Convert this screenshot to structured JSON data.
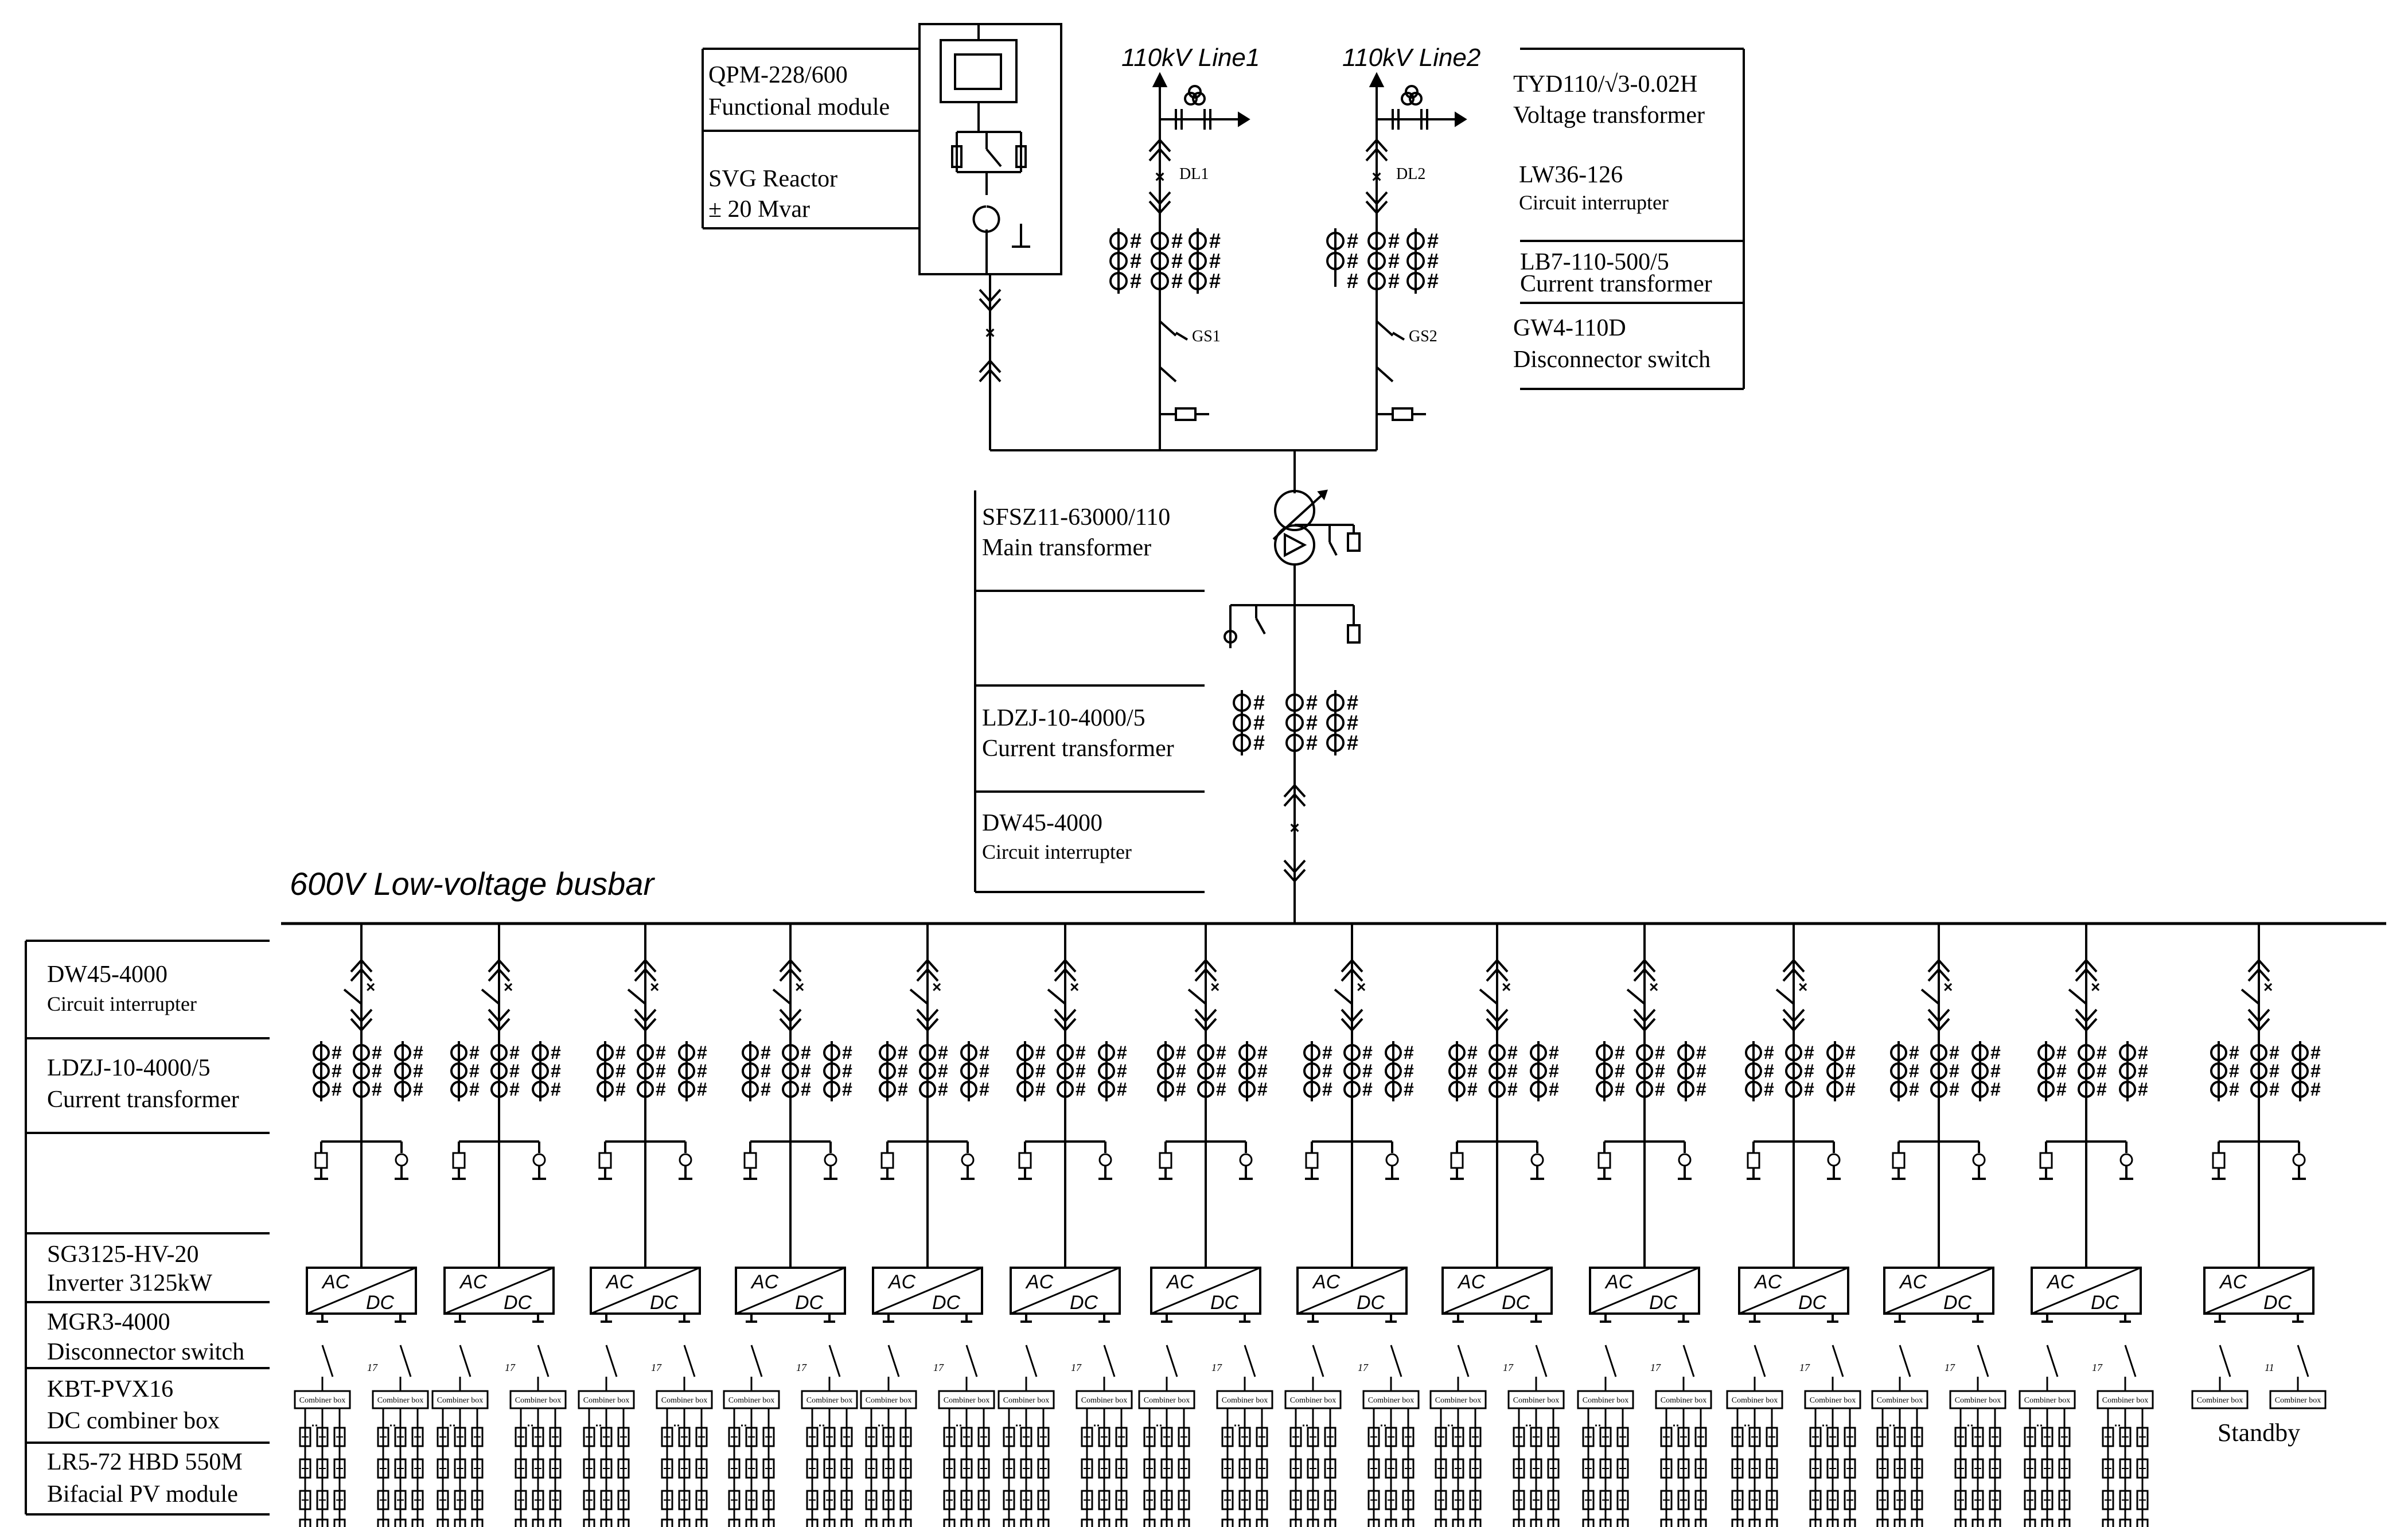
{
  "lines": {
    "line1": "110kV Line1",
    "line2": "110kV Line2",
    "dl1": "DL1",
    "dl2": "DL2",
    "gs1": "GS1",
    "gs2": "GS2"
  },
  "svg_panel": {
    "model": "QPM-228/600",
    "module": "Functional module",
    "reactor": "SVG Reactor",
    "rating": "± 20 Mvar"
  },
  "hv_legend": [
    {
      "model": "TYD110/√3-0.02H",
      "desc": "Voltage transformer"
    },
    {
      "model": "LW36-126",
      "desc": "Circuit interrupter"
    },
    {
      "model": "LB7-110-500/5",
      "desc": "Current transformer"
    },
    {
      "model": "GW4-110D",
      "desc": "Disconnector switch"
    }
  ],
  "mid_legend": {
    "transformer_model": "SFSZ11-63000/110",
    "transformer_desc": "Main transformer",
    "ct_model": "LDZJ-10-4000/5",
    "ct_desc": "Current transformer",
    "breaker_model": "DW45-4000",
    "breaker_desc": "Circuit interrupter"
  },
  "busbar": {
    "label": "600V Low-voltage busbar"
  },
  "left_legend": [
    {
      "model": "DW45-4000",
      "desc": "Circuit interrupter"
    },
    {
      "model": "LDZJ-10-4000/5",
      "desc": "Current transformer"
    },
    {
      "model": "",
      "desc": ""
    },
    {
      "model": "SG3125-HV-20",
      "desc": "Inverter 3125kW"
    },
    {
      "model": "MGR3-4000",
      "desc": "Disconnector switch"
    },
    {
      "model": "KBT-PVX16",
      "desc": "DC  combiner box"
    },
    {
      "model": "LR5-72 HBD 550M",
      "desc": "Bifacial PV module"
    }
  ],
  "feeders": {
    "ac": "AC",
    "dc": "DC",
    "combiner": "Combiner box",
    "count_label": "17",
    "standby_count": "11",
    "standby": "Standby",
    "ct_mark": "#",
    "breaker_mark": "×"
  }
}
